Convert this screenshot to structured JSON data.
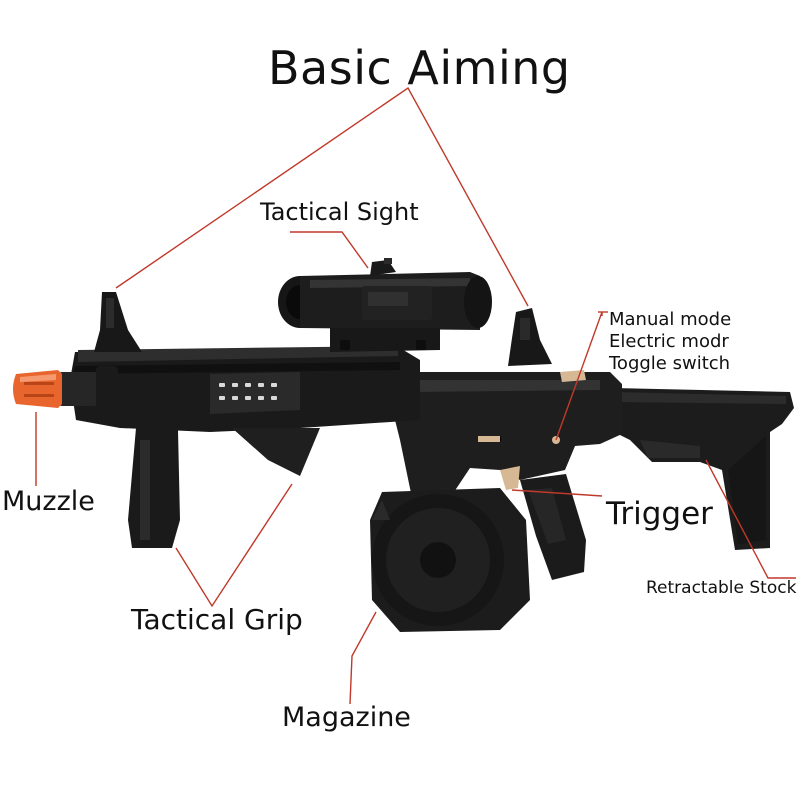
{
  "diagram": {
    "title": "Basic Aiming",
    "labels": {
      "tactical_sight": "Tactical Sight",
      "mode_line1": "Manual mode",
      "mode_line2": "Electric modr",
      "mode_line3": "Toggle switch",
      "muzzle": "Muzzle",
      "trigger": "Trigger",
      "retractable_stock": "Retractable Stock",
      "tactical_grip": "Tactical Grip",
      "magazine": "Magazine"
    },
    "colors": {
      "leader_line": "#c0392b",
      "body": "#1b1b1b",
      "body_light": "#2e2e2e",
      "muzzle_tip": "#e8652e",
      "accent_tan": "#d6b894"
    }
  }
}
